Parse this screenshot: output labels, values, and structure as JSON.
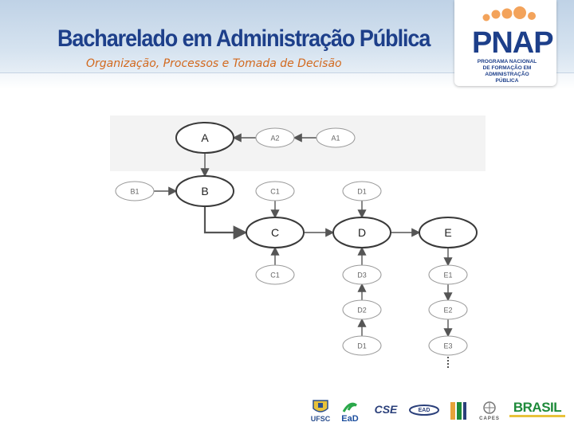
{
  "header": {
    "title": "Bacharelado em Administração Pública",
    "subtitle": "Organização, Processos e Tomada de Decisão"
  },
  "logo": {
    "word": "PNAP",
    "caption_lines": [
      "PROGRAMA NACIONAL",
      "DE FORMAÇÃO EM",
      "ADMINISTRAÇÃO PÚBLICA"
    ]
  },
  "diagram": {
    "nodes": [
      {
        "id": "A",
        "label": "A",
        "kind": "primary"
      },
      {
        "id": "A2",
        "label": "A2",
        "kind": "secondary"
      },
      {
        "id": "A1",
        "label": "A1",
        "kind": "secondary"
      },
      {
        "id": "B",
        "label": "B",
        "kind": "primary"
      },
      {
        "id": "B1",
        "label": "B1",
        "kind": "secondary"
      },
      {
        "id": "C1top",
        "label": "C1",
        "kind": "secondary"
      },
      {
        "id": "D1top",
        "label": "D1",
        "kind": "secondary"
      },
      {
        "id": "C",
        "label": "C",
        "kind": "primary"
      },
      {
        "id": "D",
        "label": "D",
        "kind": "primary"
      },
      {
        "id": "E",
        "label": "E",
        "kind": "primary"
      },
      {
        "id": "C1bot",
        "label": "C1",
        "kind": "secondary"
      },
      {
        "id": "D3",
        "label": "D3",
        "kind": "secondary"
      },
      {
        "id": "E1",
        "label": "E1",
        "kind": "secondary"
      },
      {
        "id": "D2",
        "label": "D2",
        "kind": "secondary"
      },
      {
        "id": "E2",
        "label": "E2",
        "kind": "secondary"
      },
      {
        "id": "D1bot",
        "label": "D1",
        "kind": "secondary"
      },
      {
        "id": "E3",
        "label": "E3",
        "kind": "secondary"
      }
    ],
    "edges": [
      {
        "from": "A1",
        "to": "A2"
      },
      {
        "from": "A2",
        "to": "A"
      },
      {
        "from": "A",
        "to": "B"
      },
      {
        "from": "B1",
        "to": "B"
      },
      {
        "from": "B",
        "to": "C",
        "elbow": true
      },
      {
        "from": "C1top",
        "to": "C"
      },
      {
        "from": "D1top",
        "to": "D"
      },
      {
        "from": "C",
        "to": "D"
      },
      {
        "from": "D",
        "to": "E"
      },
      {
        "from": "C1bot",
        "to": "C"
      },
      {
        "from": "D3",
        "to": "D"
      },
      {
        "from": "D2",
        "to": "D3"
      },
      {
        "from": "D1bot",
        "to": "D2"
      },
      {
        "from": "E",
        "to": "E1"
      },
      {
        "from": "E1",
        "to": "E2"
      },
      {
        "from": "E2",
        "to": "E3"
      },
      {
        "from": "E3",
        "to": "continuation",
        "dotted": true
      }
    ]
  },
  "footer_logos": [
    {
      "name": "ufsc",
      "label": "UFSC",
      "color": "#2b4f8f"
    },
    {
      "name": "ead",
      "label": "EaD",
      "color": "#1d4f9e"
    },
    {
      "name": "cse",
      "label": "CSE",
      "color": "#2a3f7a"
    },
    {
      "name": "ead-alt",
      "label": "EAD",
      "color": "#2a3f7a"
    },
    {
      "name": "uab",
      "label": "",
      "color": "#e8a33a"
    },
    {
      "name": "capes",
      "label": "CAPES",
      "color": "#555555"
    },
    {
      "name": "brasil",
      "label": "BRASIL",
      "color": "#1e8a3a"
    }
  ]
}
